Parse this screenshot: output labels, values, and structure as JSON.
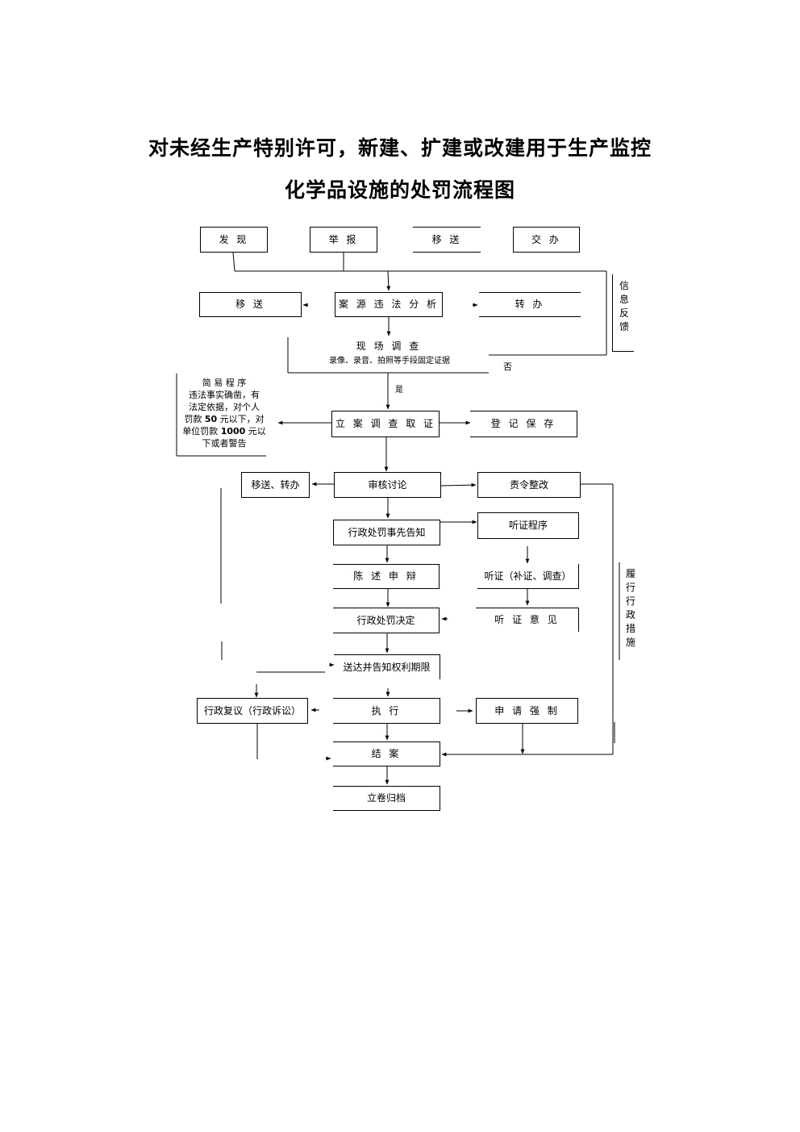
{
  "title": {
    "line1": "对未经生产特别许可，新建、扩建或改建用于生产监控",
    "line2": "化学品设施的处罚流程图"
  },
  "nodes": {
    "discover": "发 现",
    "report": "举 报",
    "transfer_in": "移 送",
    "assign": "交 办",
    "transfer_out": "移 送",
    "case_analysis": "案 源 违 法 分 析",
    "forward": "转 办",
    "site_investigation": "现 场 调 查",
    "site_method": "录像、录音、拍照等手段固定证据",
    "simple_title": "简 易 程 序",
    "simple_body_1": "违法事实确凿，有",
    "simple_body_2": "法定依据，对个人",
    "simple_body_3a": "罚款 ",
    "simple_body_3b": "50",
    "simple_body_3c": " 元以下，对",
    "simple_body_4a": "单位罚款 ",
    "simple_body_4b": "1000",
    "simple_body_4c": " 元以",
    "simple_body_5": "下或者警告",
    "register_case": "立 案 调 查 取 证",
    "register_preserve": "登 记 保 存",
    "transfer_forward": "移送、转办",
    "review": "审核讨论",
    "order_rectify": "责令整改",
    "penalty_notice": "行政处罚事先告知",
    "hearing_procedure": "听证程序",
    "statement_defense": "陈 述 申 辩",
    "hearing": "听证（补证、调查）",
    "penalty_decision": "行政处罚决定",
    "hearing_opinion": "听 证 意 见",
    "deliver_notice": "送达并告知权利期限",
    "admin_review": "行政复议（行政诉讼）",
    "execute": "执 行",
    "apply_enforce": "申 请 强 制",
    "close_case": "结 案",
    "archive": "立卷归档"
  },
  "labels": {
    "info_feedback": "信息反馈",
    "no": "否",
    "yes": "是",
    "perform_measures": "履行行政措施"
  }
}
